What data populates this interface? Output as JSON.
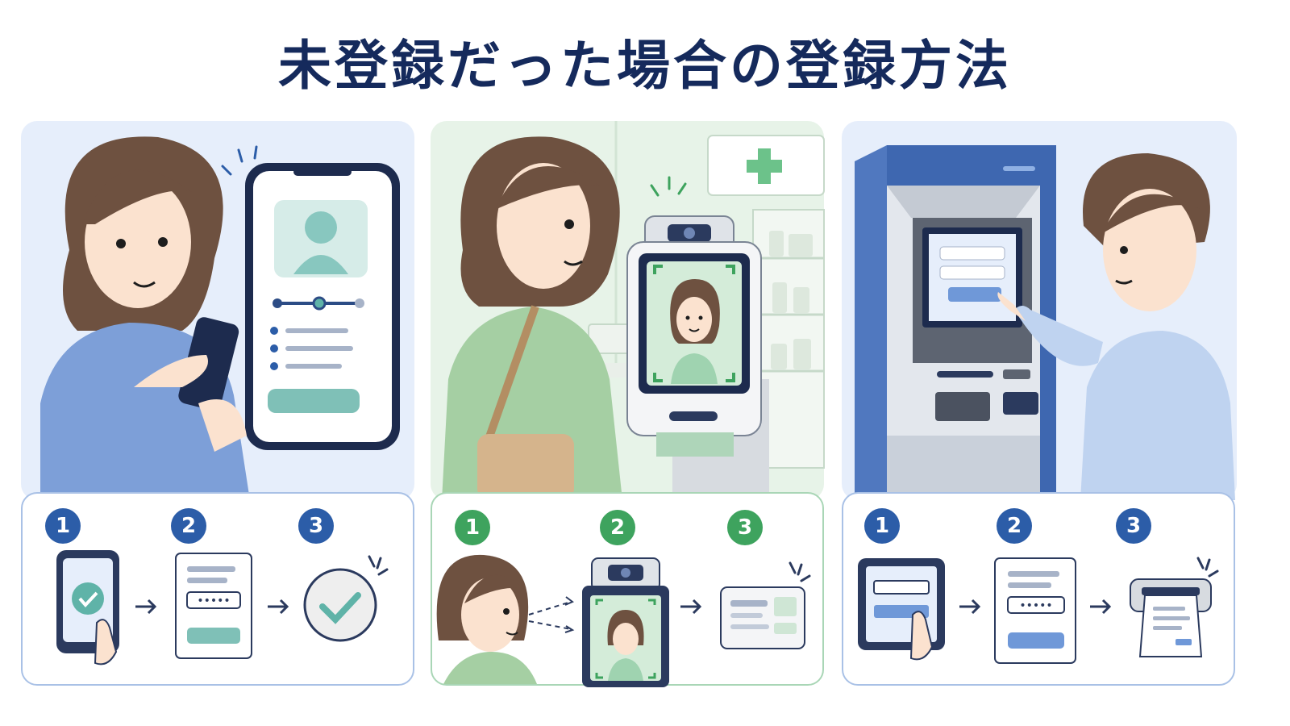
{
  "title": "未登録だった場合の登録方法",
  "colors": {
    "title": "#152a5c",
    "blue_badge": "#2c5da8",
    "green_badge": "#3ea35e",
    "teal": "#5fb3a8",
    "panel_blue_bg": "#e6eefb",
    "panel_green_bg": "#e7f3e8"
  },
  "panels": [
    {
      "name": "smartphone-app",
      "steps": [
        {
          "number": "1",
          "icon": "phone-check-icon"
        },
        {
          "number": "2",
          "icon": "password-form-icon"
        },
        {
          "number": "3",
          "icon": "checkmark-circle-icon"
        }
      ]
    },
    {
      "name": "pharmacy-face-kiosk",
      "steps": [
        {
          "number": "1",
          "icon": "person-face-icon"
        },
        {
          "number": "2",
          "icon": "face-scan-kiosk-icon"
        },
        {
          "number": "3",
          "icon": "id-card-icon"
        }
      ]
    },
    {
      "name": "atm-terminal",
      "steps": [
        {
          "number": "1",
          "icon": "tablet-touch-icon"
        },
        {
          "number": "2",
          "icon": "password-form-icon"
        },
        {
          "number": "3",
          "icon": "receipt-printer-icon"
        }
      ]
    }
  ]
}
